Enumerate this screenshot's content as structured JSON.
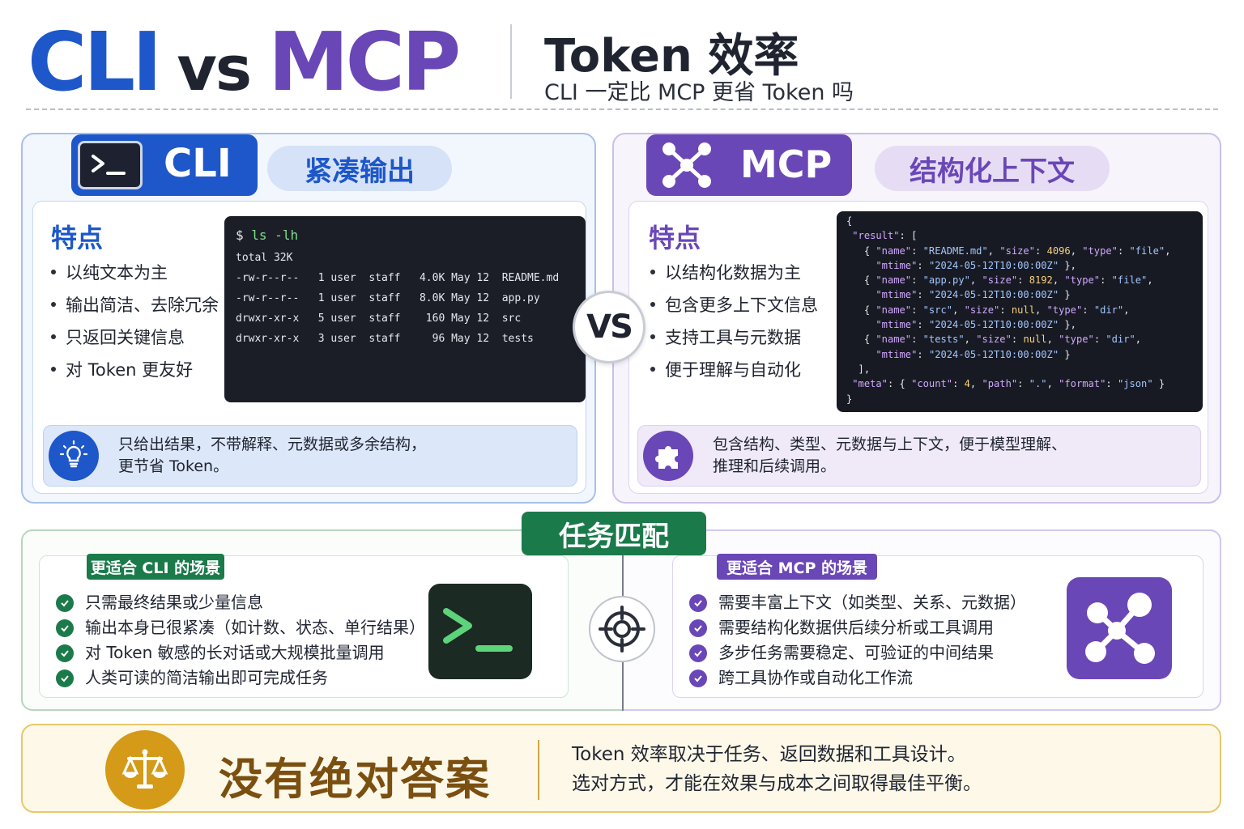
{
  "header": {
    "title_cli": "CLI",
    "title_vs": "vs",
    "title_mcp": "MCP",
    "right_title": "Token 效率",
    "right_subtitle": "CLI 一定比 MCP 更省 Token 吗"
  },
  "cli_panel": {
    "badge": "CLI",
    "pill": "紧凑输出",
    "features_title": "特点",
    "features": [
      "以纯文本为主",
      "输出简洁、去除冗余",
      "只返回关键信息",
      "对 Token 更友好"
    ],
    "terminal": {
      "prompt": "$",
      "command": "ls -lh",
      "lines": [
        "total 32K",
        "-rw-r--r--   1 user  staff   4.0K May 12  README.md",
        "-rw-r--r--   1 user  staff   8.0K May 12  app.py",
        "drwxr-xr-x   5 user  staff    160 May 12  src",
        "drwxr-xr-x   3 user  staff     96 May 12  tests"
      ]
    },
    "summary": [
      "只给出结果，不带解释、元数据或多余结构，",
      "更节省 Token。"
    ],
    "summary_icon": "lightbulb-icon"
  },
  "vs_label": "VS",
  "mcp_panel": {
    "badge": "MCP",
    "pill": "结构化上下文",
    "features_title": "特点",
    "features": [
      "以结构化数据为主",
      "包含更多上下文信息",
      "支持工具与元数据",
      "便于理解与自动化"
    ],
    "summary": [
      "包含结构、类型、元数据与上下文，便于模型理解、",
      "推理和后续调用。"
    ],
    "summary_icon": "puzzle-icon"
  },
  "task_match": {
    "title": "任务匹配",
    "cli": {
      "tag": "更适合 CLI 的场景",
      "items": [
        "只需最终结果或少量信息",
        "输出本身已很紧凑（如计数、状态、单行结果）",
        "对 Token 敏感的长对话或大规模批量调用",
        "人类可读的简洁输出即可完成任务"
      ]
    },
    "mcp": {
      "tag": "更适合 MCP 的场景",
      "items": [
        "需要丰富上下文（如类型、关系、元数据）",
        "需要结构化数据供后续分析或工具调用",
        "多步任务需要稳定、可验证的中间结果",
        "跨工具协作或自动化工作流"
      ]
    }
  },
  "footer": {
    "title": "没有绝对答案",
    "lines": [
      "Token 效率取决于任务、返回数据和工具设计。",
      "选对方式，才能在效果与成本之间取得最佳平衡。"
    ],
    "icon": "scale-icon"
  },
  "colors": {
    "cli_blue": "#1d57c9",
    "mcp_purple": "#6a47b6",
    "task_green": "#1b7a4a",
    "footer_gold": "#d49a18"
  }
}
